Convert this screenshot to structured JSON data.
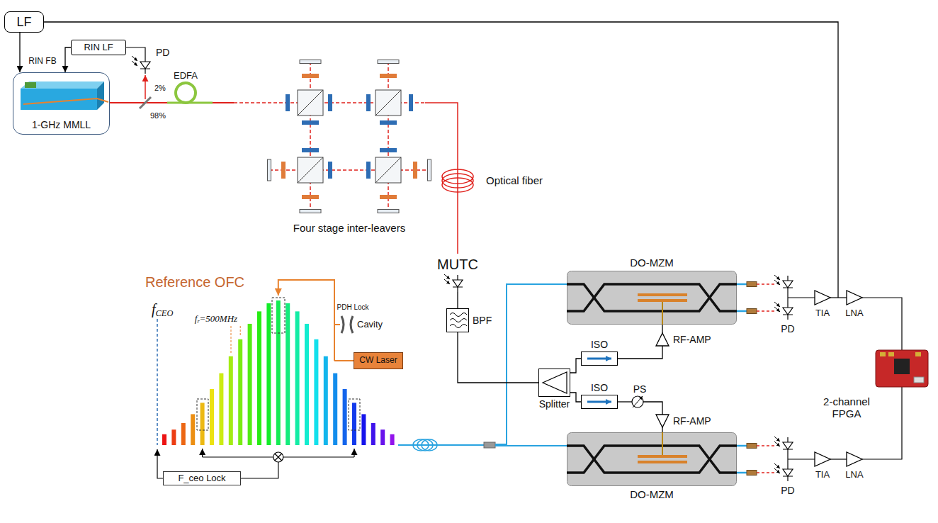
{
  "diagram": {
    "nodes": [
      {
        "text": [
          "LF"
        ]
      },
      {
        "text": [
          "RIN LF"
        ]
      },
      {
        "text": [
          "1-GHz MMLL"
        ]
      },
      {
        "text": [
          "DO-MZM"
        ]
      },
      {
        "text": [
          "BPF"
        ]
      },
      {
        "text": [
          "CW Laser"
        ]
      },
      {
        "text": [
          "Splitter"
        ]
      },
      {
        "text": [
          "ISO"
        ]
      },
      {
        "text": [
          "ISO"
        ]
      },
      {
        "text": [
          "F_ceo Lock"
        ]
      },
      {
        "text": [
          "DO-MZM"
        ]
      }
    ],
    "edges": [
      {
        "from": 0,
        "to": 2,
        "arrow": "to"
      },
      {
        "from": 1,
        "to": 2,
        "arrow": "to"
      },
      {
        "from": 4,
        "to": 6,
        "arrow": "none"
      },
      {
        "from": 6,
        "to": 7,
        "arrow": "none"
      },
      {
        "from": 6,
        "to": 8,
        "arrow": "none"
      }
    ],
    "labels": [
      "RIN FB",
      "PD",
      "2%",
      "98%",
      "EDFA",
      "Four stage inter-leavers",
      "Optical fiber",
      "MUTC",
      "RF-AMP",
      "PS",
      "RF-AMP",
      "PD",
      "TIA",
      "LNA",
      "Reference OFC",
      "PDH Lock",
      "Cavity",
      "fr=500MHz",
      "fCEO",
      "PD",
      "TIA",
      "LNA",
      "2-channel FPGA"
    ]
  }
}
